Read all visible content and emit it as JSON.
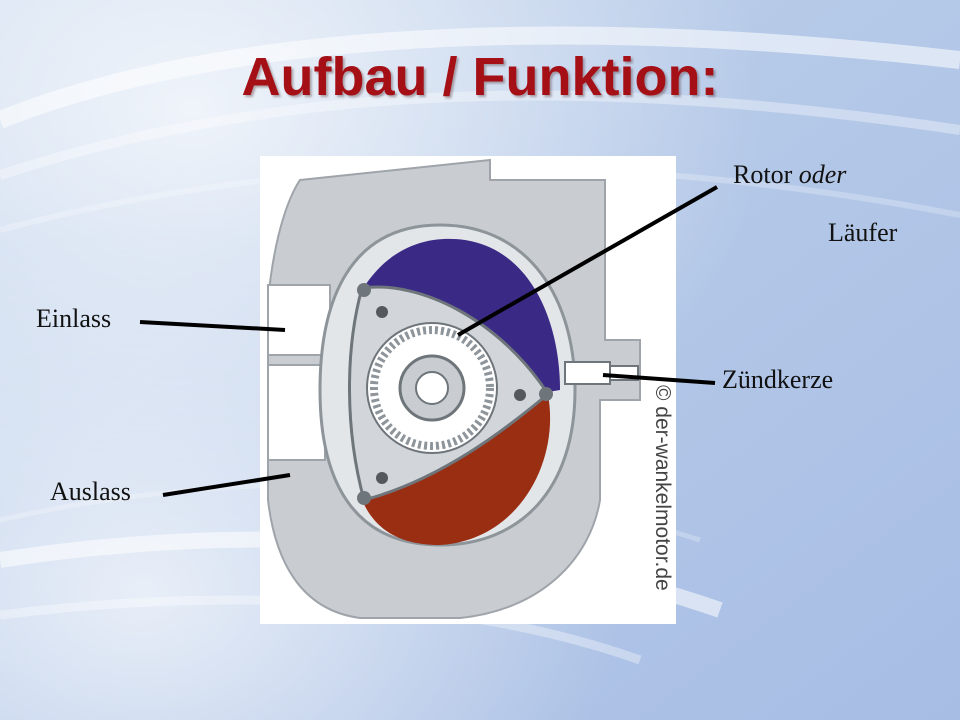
{
  "slide": {
    "title": "Aufbau / Funktion:"
  },
  "labels": {
    "rotor_prefix": "Rotor ",
    "rotor_suffix": "oder",
    "laeufer": "Läufer",
    "einlass": "Einlass",
    "zuendkerze": "Zündkerze",
    "auslass": "Auslass"
  },
  "image": {
    "credit": "© der-wankelmotor.de"
  },
  "colors": {
    "title": "#a50f16",
    "intake_chamber": "#3a2a86",
    "exhaust_chamber": "#9a2e12",
    "housing": "#c9cdd1"
  }
}
